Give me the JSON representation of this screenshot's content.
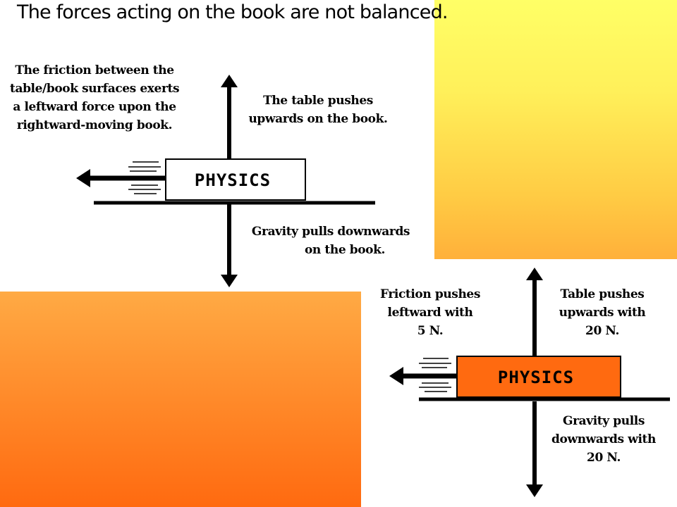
{
  "title": "The forces acting on the book are not balanced.",
  "top_diagram": {
    "friction_lines": [
      "The friction between the",
      "table/book surfaces exerts",
      "a leftward force upon the",
      "rightward-moving book."
    ],
    "normal_lines": [
      "The table pushes",
      "upwards on the book."
    ],
    "gravity_lines": [
      "Gravity pulls downwards",
      "on the book."
    ],
    "book_label": "PHYSICS"
  },
  "bottom_diagram": {
    "friction_lines": [
      "Friction pushes",
      "leftward with",
      "5 N."
    ],
    "normal_lines": [
      "Table pushes",
      "upwards with",
      "20 N."
    ],
    "gravity_lines": [
      "Gravity pulls",
      "downwards with",
      "20 N."
    ],
    "book_label": "PHYSICS"
  },
  "colors": {
    "gradient_yellow": "#ffff66",
    "gradient_orange": "#ff6a10",
    "book_fill_bottom": "#ff6a10"
  }
}
